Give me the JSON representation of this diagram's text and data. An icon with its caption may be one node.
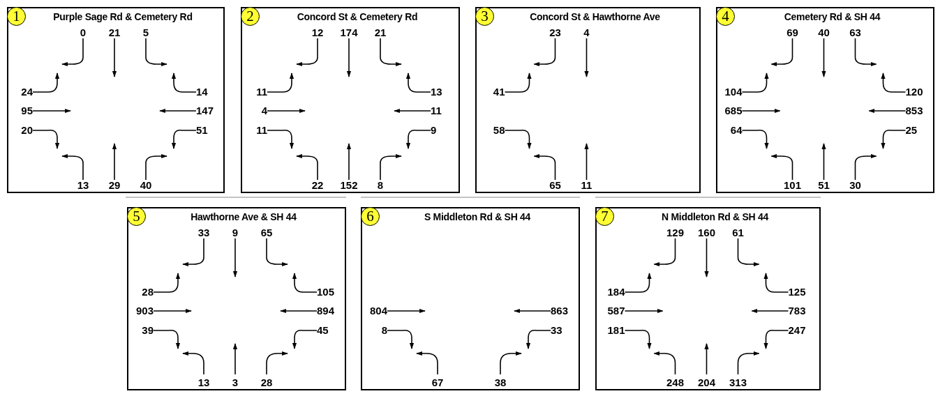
{
  "diagram": {
    "nodes": [
      {
        "text": [
          "Purple Sage Rd & Cemetery Rd"
        ]
      },
      {
        "text": [
          "1"
        ],
        "in": 0
      },
      {
        "text": [
          "0"
        ],
        "in": 0
      },
      {
        "text": [
          "21"
        ],
        "in": 0
      },
      {
        "text": [
          "5"
        ],
        "in": 0
      },
      {
        "text": [
          "24"
        ],
        "in": 0
      },
      {
        "text": [
          "14"
        ],
        "in": 0
      },
      {
        "text": [
          "95"
        ],
        "in": 0
      },
      {
        "text": [
          "147"
        ],
        "in": 0
      },
      {
        "text": [
          "20"
        ],
        "in": 0
      },
      {
        "text": [
          "51"
        ],
        "in": 0
      },
      {
        "text": [
          "13"
        ],
        "in": 0
      },
      {
        "text": [
          "29"
        ],
        "in": 0
      },
      {
        "text": [
          "40"
        ],
        "in": 0
      },
      {
        "text": [
          "Concord St & Cemetery Rd"
        ]
      },
      {
        "text": [
          "2"
        ],
        "in": 14
      },
      {
        "text": [
          "12"
        ],
        "in": 14
      },
      {
        "text": [
          "174"
        ],
        "in": 14
      },
      {
        "text": [
          "21"
        ],
        "in": 14
      },
      {
        "text": [
          "11"
        ],
        "in": 14
      },
      {
        "text": [
          "13"
        ],
        "in": 14
      },
      {
        "text": [
          "4"
        ],
        "in": 14
      },
      {
        "text": [
          "11"
        ],
        "in": 14
      },
      {
        "text": [
          "11"
        ],
        "in": 14
      },
      {
        "text": [
          "9"
        ],
        "in": 14
      },
      {
        "text": [
          "22"
        ],
        "in": 14
      },
      {
        "text": [
          "152"
        ],
        "in": 14
      },
      {
        "text": [
          "8"
        ],
        "in": 14
      },
      {
        "text": [
          "Concord St & Hawthorne Ave"
        ]
      },
      {
        "text": [
          "3"
        ],
        "in": 28
      },
      {
        "text": [
          "23"
        ],
        "in": 28
      },
      {
        "text": [
          "4"
        ],
        "in": 28
      },
      {
        "text": [
          "41"
        ],
        "in": 28
      },
      {
        "text": [
          "58"
        ],
        "in": 28
      },
      {
        "text": [
          "65"
        ],
        "in": 28
      },
      {
        "text": [
          "11"
        ],
        "in": 28
      },
      {
        "text": [
          "Cemetery Rd & SH 44"
        ]
      },
      {
        "text": [
          "4"
        ],
        "in": 36
      },
      {
        "text": [
          "69"
        ],
        "in": 36
      },
      {
        "text": [
          "40"
        ],
        "in": 36
      },
      {
        "text": [
          "63"
        ],
        "in": 36
      },
      {
        "text": [
          "104"
        ],
        "in": 36
      },
      {
        "text": [
          "120"
        ],
        "in": 36
      },
      {
        "text": [
          "685"
        ],
        "in": 36
      },
      {
        "text": [
          "853"
        ],
        "in": 36
      },
      {
        "text": [
          "64"
        ],
        "in": 36
      },
      {
        "text": [
          "25"
        ],
        "in": 36
      },
      {
        "text": [
          "101"
        ],
        "in": 36
      },
      {
        "text": [
          "51"
        ],
        "in": 36
      },
      {
        "text": [
          "30"
        ],
        "in": 36
      },
      {
        "text": [
          "Hawthorne Ave & SH 44"
        ]
      },
      {
        "text": [
          "5"
        ],
        "in": 50
      },
      {
        "text": [
          "33"
        ],
        "in": 50
      },
      {
        "text": [
          "9"
        ],
        "in": 50
      },
      {
        "text": [
          "65"
        ],
        "in": 50
      },
      {
        "text": [
          "28"
        ],
        "in": 50
      },
      {
        "text": [
          "105"
        ],
        "in": 50
      },
      {
        "text": [
          "903"
        ],
        "in": 50
      },
      {
        "text": [
          "894"
        ],
        "in": 50
      },
      {
        "text": [
          "39"
        ],
        "in": 50
      },
      {
        "text": [
          "45"
        ],
        "in": 50
      },
      {
        "text": [
          "13"
        ],
        "in": 50
      },
      {
        "text": [
          "3"
        ],
        "in": 50
      },
      {
        "text": [
          "28"
        ],
        "in": 50
      },
      {
        "text": [
          "S Middleton Rd & SH 44"
        ]
      },
      {
        "text": [
          "6"
        ],
        "in": 64
      },
      {
        "text": [
          "804"
        ],
        "in": 64
      },
      {
        "text": [
          "863"
        ],
        "in": 64
      },
      {
        "text": [
          "8"
        ],
        "in": 64
      },
      {
        "text": [
          "33"
        ],
        "in": 64
      },
      {
        "text": [
          "67"
        ],
        "in": 64
      },
      {
        "text": [
          "38"
        ],
        "in": 64
      },
      {
        "text": [
          "N Middleton Rd & SH 44"
        ]
      },
      {
        "text": [
          "7"
        ],
        "in": 72
      },
      {
        "text": [
          "129"
        ],
        "in": 72
      },
      {
        "text": [
          "160"
        ],
        "in": 72
      },
      {
        "text": [
          "61"
        ],
        "in": 72
      },
      {
        "text": [
          "184"
        ],
        "in": 72
      },
      {
        "text": [
          "125"
        ],
        "in": 72
      },
      {
        "text": [
          "587"
        ],
        "in": 72
      },
      {
        "text": [
          "783"
        ],
        "in": 72
      },
      {
        "text": [
          "181"
        ],
        "in": 72
      },
      {
        "text": [
          "247"
        ],
        "in": 72
      },
      {
        "text": [
          "248"
        ],
        "in": 72
      },
      {
        "text": [
          "204"
        ],
        "in": 72
      },
      {
        "text": [
          "313"
        ],
        "in": 72
      }
    ],
    "edges": [
      {
        "from": 2,
        "to": null,
        "arrow": "to"
      },
      {
        "from": 3,
        "to": null,
        "arrow": "to"
      },
      {
        "from": 4,
        "to": null,
        "arrow": "to"
      },
      {
        "from": 5,
        "to": null,
        "arrow": "to"
      },
      {
        "from": 6,
        "to": null,
        "arrow": "to"
      },
      {
        "from": 7,
        "to": null,
        "arrow": "to"
      },
      {
        "from": 8,
        "to": null,
        "arrow": "to"
      },
      {
        "from": 9,
        "to": null,
        "arrow": "to"
      },
      {
        "from": 10,
        "to": null,
        "arrow": "to"
      },
      {
        "from": 11,
        "to": null,
        "arrow": "to"
      },
      {
        "from": 12,
        "to": null,
        "arrow": "to"
      },
      {
        "from": 13,
        "to": null,
        "arrow": "to"
      },
      {
        "from": 16,
        "to": null,
        "arrow": "to"
      },
      {
        "from": 17,
        "to": null,
        "arrow": "to"
      },
      {
        "from": 18,
        "to": null,
        "arrow": "to"
      },
      {
        "from": 19,
        "to": null,
        "arrow": "to"
      },
      {
        "from": 20,
        "to": null,
        "arrow": "to"
      },
      {
        "from": 21,
        "to": null,
        "arrow": "to"
      },
      {
        "from": 22,
        "to": null,
        "arrow": "to"
      },
      {
        "from": 23,
        "to": null,
        "arrow": "to"
      },
      {
        "from": 24,
        "to": null,
        "arrow": "to"
      },
      {
        "from": 25,
        "to": null,
        "arrow": "to"
      },
      {
        "from": 26,
        "to": null,
        "arrow": "to"
      },
      {
        "from": 27,
        "to": null,
        "arrow": "to"
      },
      {
        "from": 30,
        "to": null,
        "arrow": "to"
      },
      {
        "from": 31,
        "to": null,
        "arrow": "to"
      },
      {
        "from": 32,
        "to": null,
        "arrow": "to"
      },
      {
        "from": 33,
        "to": null,
        "arrow": "to"
      },
      {
        "from": 34,
        "to": null,
        "arrow": "to"
      },
      {
        "from": 35,
        "to": null,
        "arrow": "to"
      },
      {
        "from": 38,
        "to": null,
        "arrow": "to"
      },
      {
        "from": 39,
        "to": null,
        "arrow": "to"
      },
      {
        "from": 40,
        "to": null,
        "arrow": "to"
      },
      {
        "from": 41,
        "to": null,
        "arrow": "to"
      },
      {
        "from": 42,
        "to": null,
        "arrow": "to"
      },
      {
        "from": 43,
        "to": null,
        "arrow": "to"
      },
      {
        "from": 44,
        "to": null,
        "arrow": "to"
      },
      {
        "from": 45,
        "to": null,
        "arrow": "to"
      },
      {
        "from": 46,
        "to": null,
        "arrow": "to"
      },
      {
        "from": 47,
        "to": null,
        "arrow": "to"
      },
      {
        "from": 48,
        "to": null,
        "arrow": "to"
      },
      {
        "from": 49,
        "to": null,
        "arrow": "to"
      },
      {
        "from": 52,
        "to": null,
        "arrow": "to"
      },
      {
        "from": 53,
        "to": null,
        "arrow": "to"
      },
      {
        "from": 54,
        "to": null,
        "arrow": "to"
      },
      {
        "from": 55,
        "to": null,
        "arrow": "to"
      },
      {
        "from": 56,
        "to": null,
        "arrow": "to"
      },
      {
        "from": 57,
        "to": null,
        "arrow": "to"
      },
      {
        "from": 58,
        "to": null,
        "arrow": "to"
      },
      {
        "from": 59,
        "to": null,
        "arrow": "to"
      },
      {
        "from": 60,
        "to": null,
        "arrow": "to"
      },
      {
        "from": 61,
        "to": null,
        "arrow": "to"
      },
      {
        "from": 62,
        "to": null,
        "arrow": "to"
      },
      {
        "from": 63,
        "to": null,
        "arrow": "to"
      },
      {
        "from": 66,
        "to": null,
        "arrow": "to"
      },
      {
        "from": 67,
        "to": null,
        "arrow": "to"
      },
      {
        "from": 68,
        "to": null,
        "arrow": "to"
      },
      {
        "from": 69,
        "to": null,
        "arrow": "to"
      },
      {
        "from": 70,
        "to": null,
        "arrow": "to"
      },
      {
        "from": 71,
        "to": null,
        "arrow": "to"
      },
      {
        "from": 74,
        "to": null,
        "arrow": "to"
      },
      {
        "from": 75,
        "to": null,
        "arrow": "to"
      },
      {
        "from": 76,
        "to": null,
        "arrow": "to"
      },
      {
        "from": 77,
        "to": null,
        "arrow": "to"
      },
      {
        "from": 78,
        "to": null,
        "arrow": "to"
      },
      {
        "from": 79,
        "to": null,
        "arrow": "to"
      },
      {
        "from": 80,
        "to": null,
        "arrow": "to"
      },
      {
        "from": 81,
        "to": null,
        "arrow": "to"
      },
      {
        "from": 82,
        "to": null,
        "arrow": "to"
      },
      {
        "from": 83,
        "to": null,
        "arrow": "to"
      },
      {
        "from": 84,
        "to": null,
        "arrow": "to"
      },
      {
        "from": 85,
        "to": null,
        "arrow": "to"
      }
    ]
  }
}
